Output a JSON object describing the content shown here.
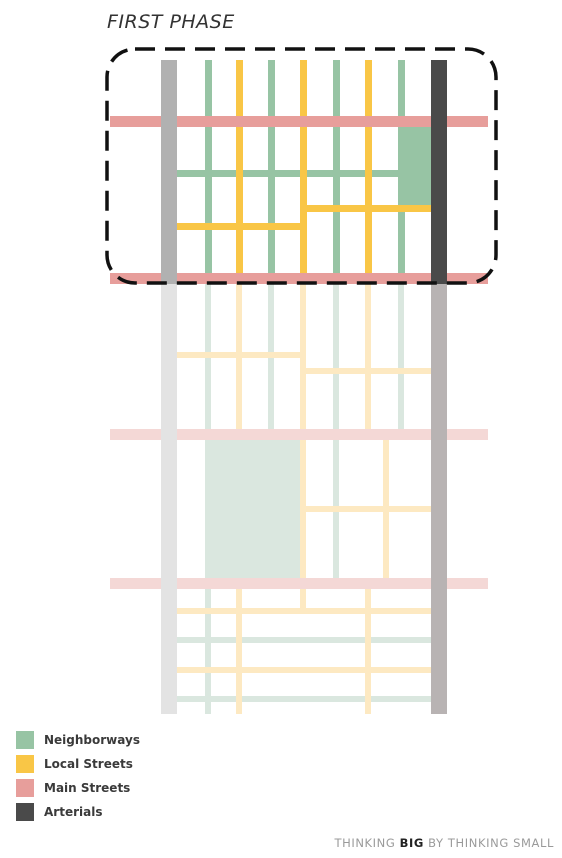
{
  "title": "FIRST PHASE",
  "colors": {
    "neighborways": "#97c4a4",
    "local_streets": "#f9c646",
    "main_streets": "#e79e9b",
    "arterials": "#4a4a4a",
    "arterial_left": "#b1b1b1",
    "faded_neighborways": "#dae7df",
    "faded_local_streets": "#fde9c2",
    "faded_main_streets": "#f4d8d6",
    "faded_arterial_left": "#e3e3e3",
    "faded_arterial_right": "#b8b3b3"
  },
  "legend": [
    {
      "label": "Neighborways",
      "color": "#97c4a4"
    },
    {
      "label": "Local Streets",
      "color": "#f9c646"
    },
    {
      "label": "Main Streets",
      "color": "#e79e9b"
    },
    {
      "label": "Arterials",
      "color": "#4a4a4a"
    }
  ],
  "footer": {
    "prefix": "THINKING ",
    "big": "BIG",
    "suffix": " BY THINKING SMALL"
  }
}
